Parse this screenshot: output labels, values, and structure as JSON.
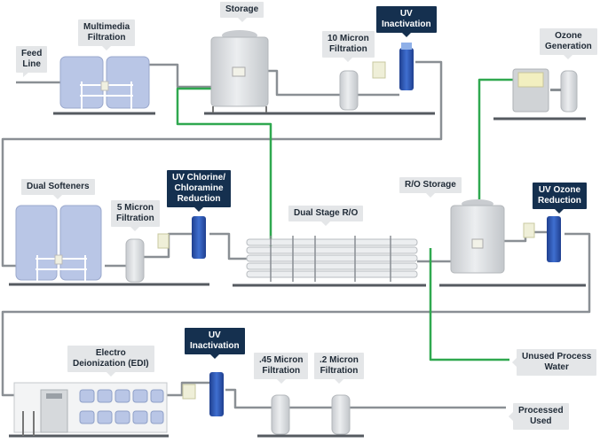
{
  "labels": {
    "feed_line": "Feed\nLine",
    "multimedia_filtration": "Multimedia\nFiltration",
    "storage": "Storage",
    "ten_micron_filtration": "10 Micron\nFiltration",
    "uv_inactivation_top": "UV\nInactivation",
    "ozone_generation": "Ozone\nGeneration",
    "dual_softeners": "Dual Softeners",
    "five_micron_filtration": "5 Micron\nFiltration",
    "uv_chlorine_reduction": "UV Chlorine/\nChloramine\nReduction",
    "dual_stage_ro": "Dual Stage R/O",
    "ro_storage": "R/O Storage",
    "uv_ozone_reduction": "UV Ozone\nReduction",
    "unused_process_water": "Unused Process\nWater",
    "electro_deionization": "Electro\nDeionization (EDI)",
    "uv_inactivation_bottom": "UV\nInactivation",
    "point45_micron_filtration": ".45 Micron\nFiltration",
    "point2_micron_filtration": ".2 Micron\nFiltration",
    "processed_used": "Processed\nUsed"
  },
  "colors": {
    "pipe": "#8a8f94",
    "recirc_pipe": "#2fa84f",
    "label_bg": "#e4e6e8",
    "label_dark_bg": "#15304f",
    "tank_blue": "#b9c6e6",
    "equipment_gray": "#d9dcdf",
    "uv_blue": "#2f57b5"
  }
}
